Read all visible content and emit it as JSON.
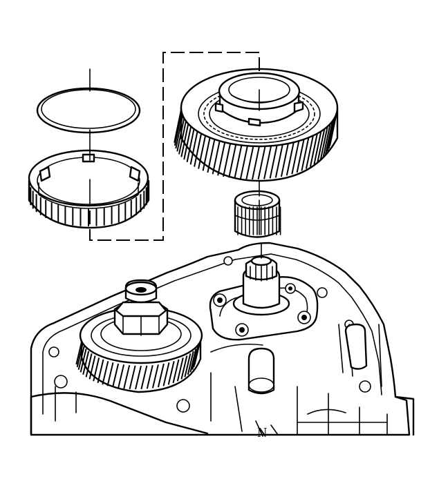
{
  "diagram": {
    "parts": [
      {
        "id": "snap-ring",
        "icon": "snap-ring-icon"
      },
      {
        "id": "synchronizer-blocker-ring",
        "icon": "blocker-ring-icon"
      },
      {
        "id": "helical-gear",
        "icon": "helical-gear-icon"
      },
      {
        "id": "needle-bearing",
        "icon": "needle-bearing-icon"
      },
      {
        "id": "output-shaft",
        "icon": "shaft-icon"
      },
      {
        "id": "countershaft-gear-nut",
        "icon": "gear-nut-icon"
      },
      {
        "id": "transmission-case",
        "icon": "case-icon"
      }
    ],
    "colors": {
      "line": "#000000",
      "background": "#ffffff"
    }
  }
}
